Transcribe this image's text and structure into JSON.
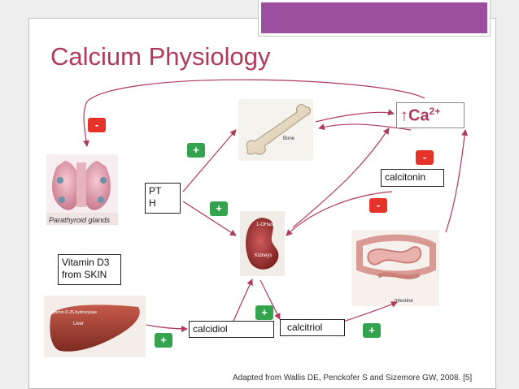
{
  "slide": {
    "title": "Calcium Physiology",
    "source": "Adapted from Wallis DE, Penckofer S and Sizemore GW, 2008. [5]"
  },
  "labels": {
    "pth": "PT\nH",
    "calcitonin": "calcitonin",
    "vitamin": "Vitamin D3\nfrom SKIN",
    "calcidiol": "calcidiol",
    "calcitriol": "calcitriol"
  },
  "ca": {
    "arrow": "↑",
    "base": "Ca",
    "sup": "2+"
  },
  "signs": {
    "minus_glands": "-",
    "plus_bone": "+",
    "plus_kidney": "+",
    "minus_calcitonin_bone": "-",
    "minus_calcitonin_kidney": "-",
    "plus_calcitriol": "+",
    "plus_liver": "+",
    "plus_intestine": "+"
  },
  "images": {
    "parathyroid": "Parathyroid glands",
    "bone": "Bone",
    "kidney_enzyme": "1-OHase",
    "kidney": "Kidneys",
    "liver_enzyme": "Vitamin D-25-hydroxylase",
    "liver": "Liver",
    "intestine": "Intestine"
  },
  "colors": {
    "title": "#b03a5b",
    "accent": "#9d4f9f",
    "plus": "#33a34d",
    "minus": "#e6332a",
    "arrow": "#b03a5b"
  }
}
